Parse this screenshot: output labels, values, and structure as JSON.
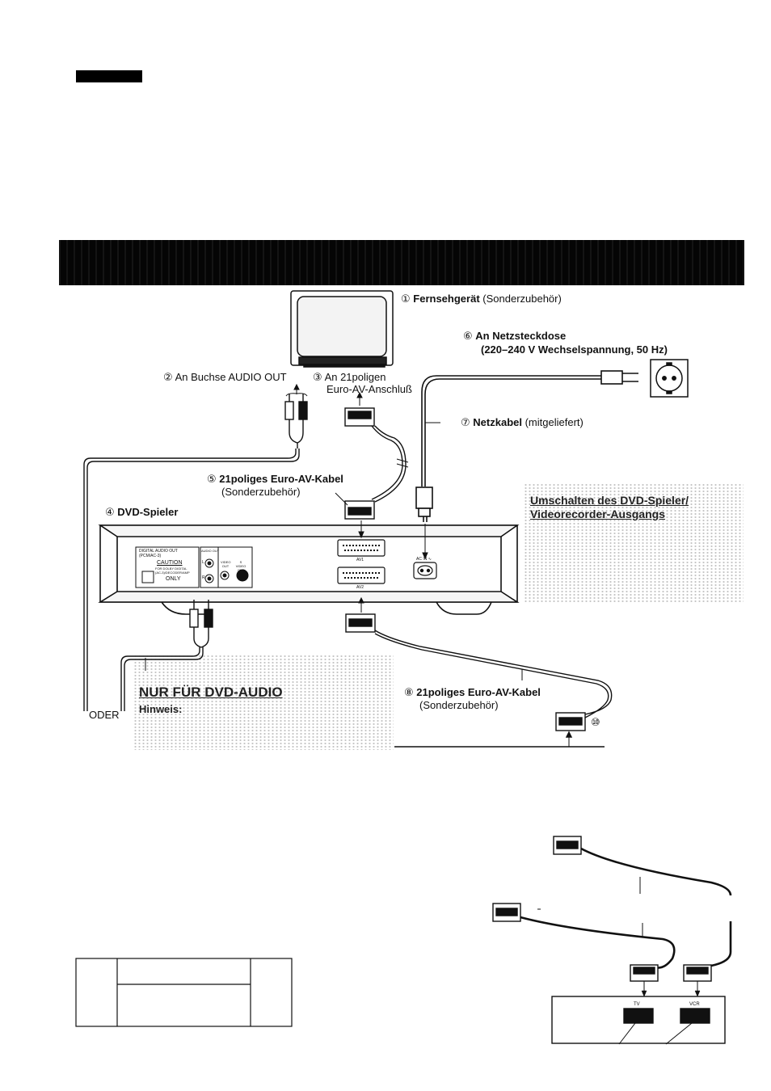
{
  "labels": {
    "tv": {
      "num": "①",
      "bold": "Fernsehgerät",
      "rest": " (Sonderzubehör)"
    },
    "socket": {
      "num": "⑥",
      "bold": "An Netzsteckdose",
      "line2": "(220–240 V Wechselspannung, 50 Hz)"
    },
    "audio_out": {
      "num": "②",
      "text": "An Buchse AUDIO OUT"
    },
    "euro_av": {
      "num": "③",
      "line1": "An 21poligen",
      "line2": "Euro-AV-Anschluß"
    },
    "power_cable": {
      "num": "⑦",
      "bold": "Netzkabel",
      "rest": " (mitgeliefert)"
    },
    "cable5": {
      "num": "⑤",
      "bold": "21poliges Euro-AV-Kabel",
      "line2": "(Sonderzubehör)"
    },
    "dvd_player": {
      "num": "④",
      "bold": "DVD-Spieler"
    },
    "cable8": {
      "num": "⑧",
      "bold": "21poliges Euro-AV-Kabel",
      "line2": "(Sonderzubehör)"
    },
    "marker10": "⑩"
  },
  "side_box_title": {
    "line1": "Umschalten des DVD-Spieler/",
    "line2": "Videorecorder-Ausgangs"
  },
  "dvd_audio_box": {
    "title": "NUR FÜR DVD-AUDIO",
    "subtitle": "Hinweis:",
    "cut_word": "ODER"
  },
  "rear_panel": {
    "digital_out_label": "DIGITAL AUDIO OUT",
    "digital_out_sub": "(PCM/AC-3)",
    "caution_title": "CAUTION",
    "caution_sub": "FOR DOLBY DIGITAL",
    "caution_sub2": "(AC-3)/DECODER/AMP",
    "caution_only": "ONLY",
    "audio_out_label": "AUDIO OUT",
    "left_channel": "L",
    "right_channel": "R",
    "video_out_label": "VIDEO OUT",
    "s_video_out_label": "S VIDEO OUT",
    "av1": "AV1",
    "av2": "AV2",
    "ac_in": "AC IN ∿"
  },
  "vcr_panel": {
    "tv": "TV",
    "vcr": "VCR"
  }
}
